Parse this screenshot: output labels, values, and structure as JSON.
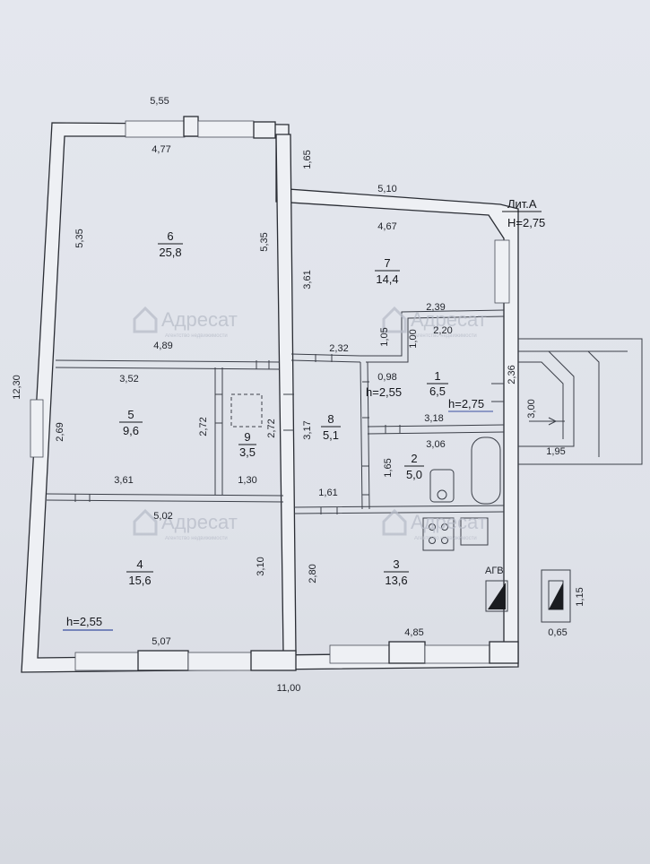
{
  "title": {
    "lit": "Лит.А",
    "height": "Н=2,75"
  },
  "overall": {
    "top_width": "5,55",
    "bottom_width": "11,00",
    "left_height": "12,30"
  },
  "rooms": [
    {
      "id": "r6",
      "number": "6",
      "area": "25,8"
    },
    {
      "id": "r7",
      "number": "7",
      "area": "14,4"
    },
    {
      "id": "r1",
      "number": "1",
      "area": "6,5"
    },
    {
      "id": "r5",
      "number": "5",
      "area": "9,6"
    },
    {
      "id": "r9",
      "number": "9",
      "area": "3,5"
    },
    {
      "id": "r8",
      "number": "8",
      "area": "5,1"
    },
    {
      "id": "r2",
      "number": "2",
      "area": "5,0"
    },
    {
      "id": "r4",
      "number": "4",
      "area": "15,6"
    },
    {
      "id": "r3",
      "number": "3",
      "area": "13,6"
    }
  ],
  "dimensions": {
    "d477": "4,77",
    "d165": "1,65",
    "d510": "5,10",
    "d535l": "5,35",
    "d535r": "5,35",
    "d467": "4,67",
    "d361": "3,61",
    "d489": "4,89",
    "d232": "2,32",
    "d105": "1,05",
    "d100": "1,00",
    "d239": "2,39",
    "d220": "2,20",
    "d236": "2,36",
    "d098": "0,98",
    "d352": "3,52",
    "d269": "2,69",
    "d272a": "2,72",
    "d272b": "2,72",
    "d317": "3,17",
    "d318": "3,18",
    "d300": "3,00",
    "d306": "3,06",
    "d195": "1,95",
    "d361b": "3,61",
    "d130": "1,30",
    "d161": "1,61",
    "d165b": "1,65",
    "d502": "5,02",
    "d310": "3,10",
    "d280": "2,80",
    "d507": "5,07",
    "d485": "4,85",
    "d115": "1,15",
    "d065": "0,65"
  },
  "heights": {
    "h1": "h=2,55",
    "h2": "h=2,75",
    "h3": "h=2,55"
  },
  "agv": "АГВ",
  "watermark": {
    "text": "Адресат",
    "sub": "Агентство недвижимости"
  },
  "colors": {
    "wall_stroke": "#2a2d34",
    "wall_fill": "#eef0f4",
    "text": "#1f2229",
    "watermark": "#b7bcc8",
    "height_underline": "#3a4fa0"
  }
}
